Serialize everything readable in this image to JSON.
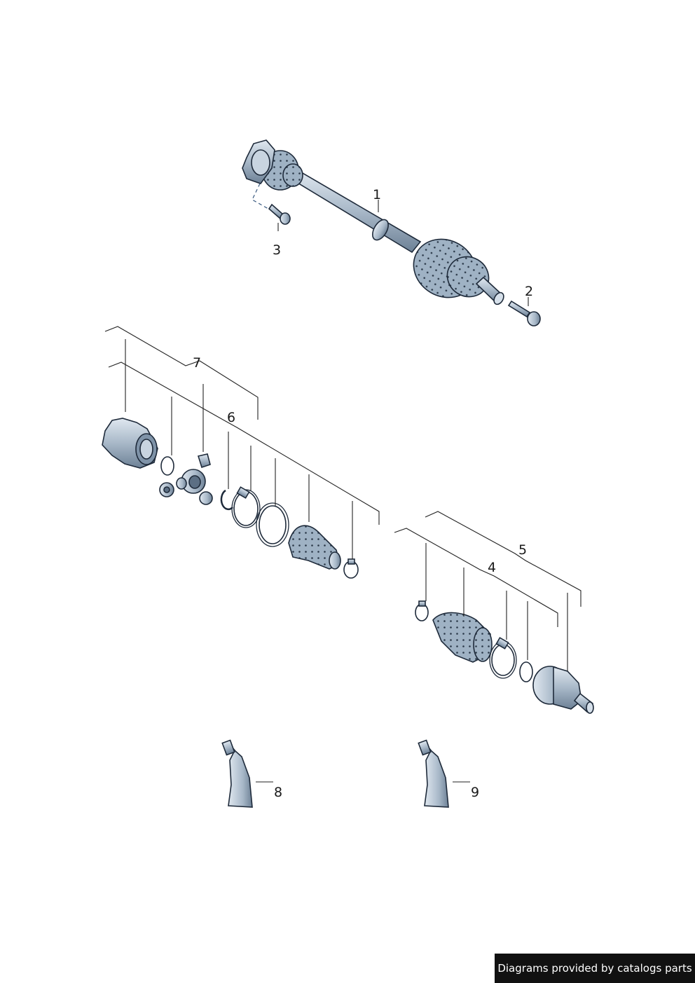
{
  "callouts": {
    "c1": "1",
    "c2": "2",
    "c3": "3",
    "c4": "4",
    "c5": "5",
    "c6": "6",
    "c7": "7",
    "c8": "8",
    "c9": "9"
  },
  "footer": {
    "credit": "Diagrams provided by catalogs parts"
  },
  "colors": {
    "part_fill": "#a8b8c8",
    "part_light": "#d6e0ea",
    "part_dark": "#6d8196",
    "outline": "#1e2a3a",
    "footer_bg": "#111111"
  }
}
